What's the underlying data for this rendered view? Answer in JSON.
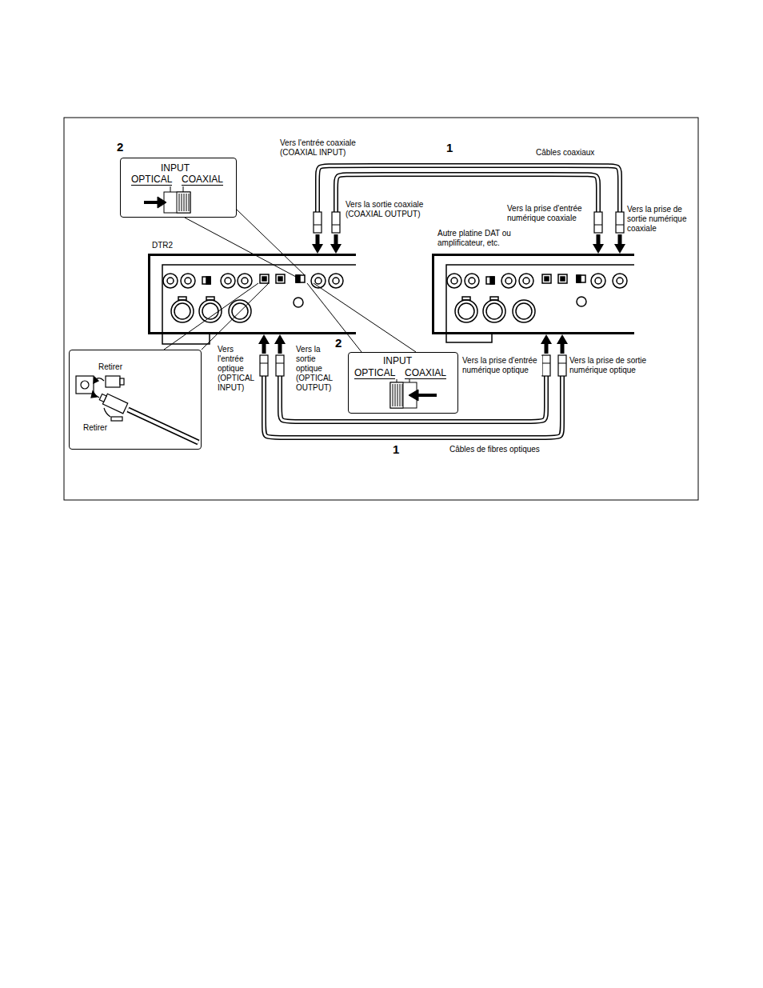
{
  "diagram": {
    "nodes": [
      {
        "text": [
          "INPUT",
          "OPTICAL",
          "COAXIAL"
        ]
      },
      {
        "text": [
          "DTR2"
        ]
      },
      {
        "text": [
          "Autre platine DAT ou amplificateur, etc."
        ]
      },
      {
        "text": [
          "INPUT",
          "OPTICAL",
          "COAXIAL"
        ]
      },
      {
        "text": [
          "Retirer",
          "Retirer"
        ]
      }
    ],
    "edges": [
      {
        "from": 1,
        "to": 2,
        "arrow": "both"
      },
      {
        "from": 1,
        "to": 2,
        "arrow": "both"
      },
      {
        "from": 1,
        "to": 2,
        "arrow": "both"
      },
      {
        "from": 1,
        "to": 2,
        "arrow": "both"
      }
    ],
    "labels": [
      "2",
      "Vers l'entrée coaxiale (COAXIAL INPUT)",
      "1",
      "Câbles coaxiaux",
      "Vers la sortie coaxiale (COAXIAL OUTPUT)",
      "Vers la prise d'entrée numérique coaxiale",
      "Vers la prise de sortie numérique coaxiale",
      "Vers l'entrée optique (OPTICAL INPUT)",
      "Vers la sortie optique (OPTICAL OUTPUT)",
      "2",
      "Vers la prise d'entrée numérique optique",
      "Vers la prise de sortie numérique optique",
      "1",
      "Câbles de fibres optiques"
    ]
  }
}
